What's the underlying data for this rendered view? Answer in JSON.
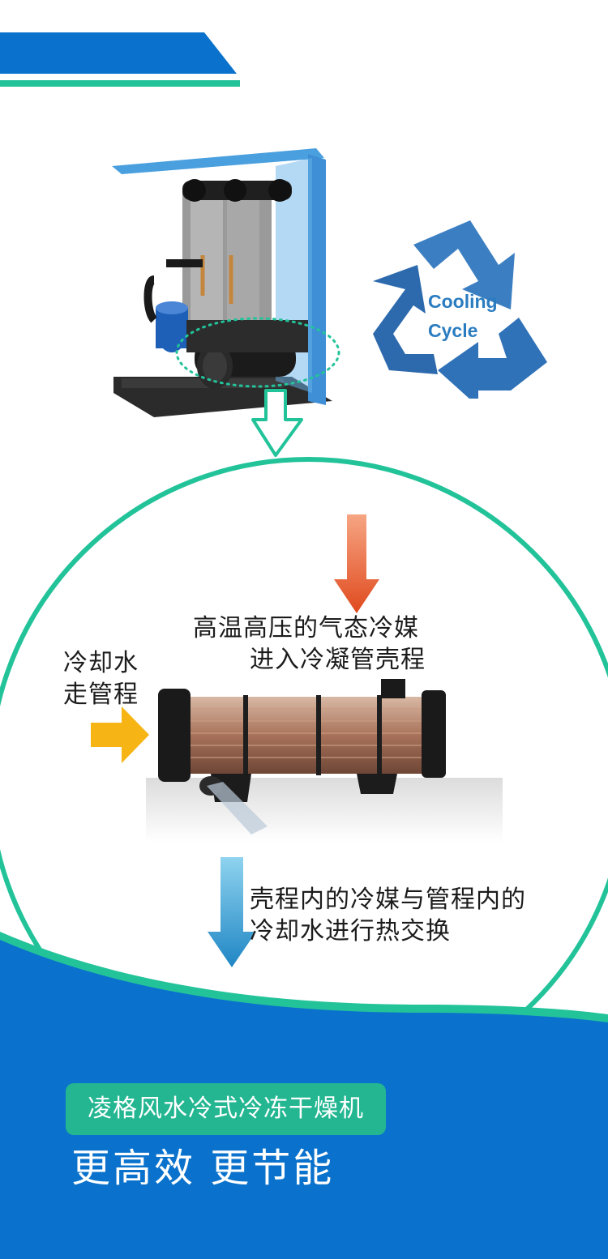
{
  "header": {
    "banner_color": "#0a72cc",
    "accent_color": "#23c39a"
  },
  "cycle_icon": {
    "line1": "Cooling",
    "line2": "Cycle",
    "icon": "recycle-arrows-icon"
  },
  "diagram": {
    "refrigerant_in": [
      "高温高压的气态冷媒",
      "进入冷凝管壳程"
    ],
    "water_in": [
      "冷却水",
      "走管程"
    ],
    "exchange": [
      "壳程内的冷媒与管程内的",
      "冷却水进行热交换"
    ]
  },
  "footer": {
    "product_name": "凌格风水冷式冷冻干燥机",
    "slogan": "更高效 更节能",
    "background_color": "#0a72cc"
  }
}
